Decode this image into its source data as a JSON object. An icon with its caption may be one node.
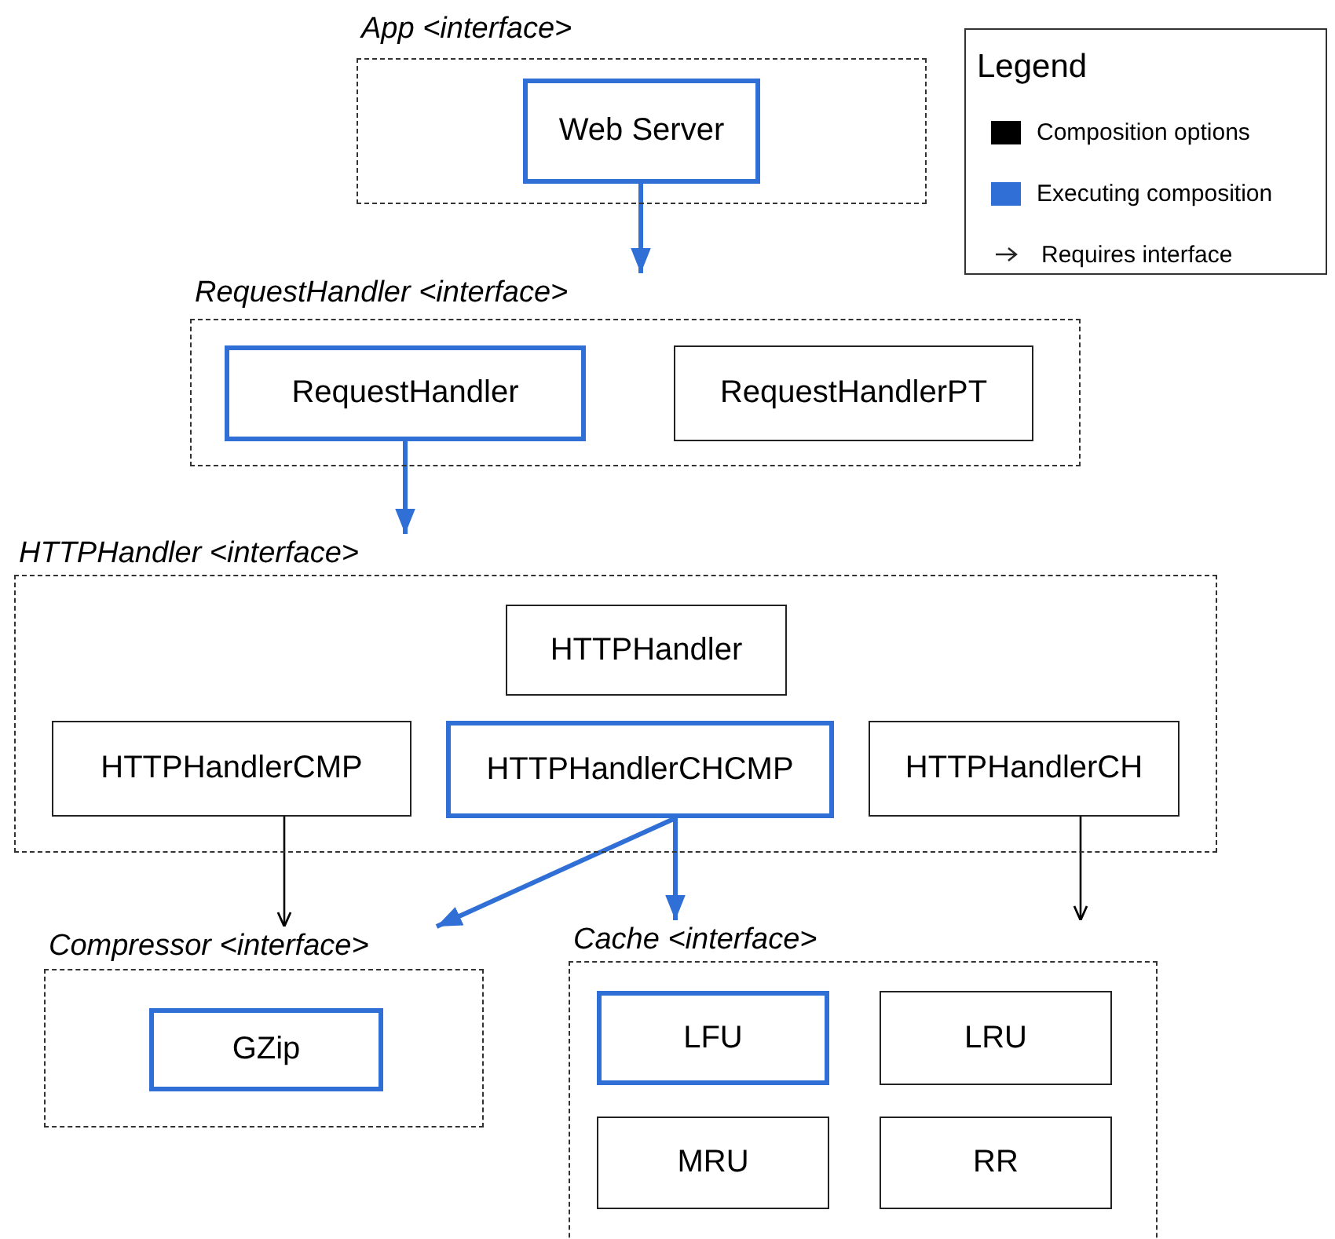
{
  "diagram": {
    "nodes": [
      {
        "text": [
          "App <interface>"
        ]
      },
      {
        "text": [
          "Web Server"
        ],
        "in": 0
      },
      {
        "text": [
          "RequestHandler <interface>"
        ]
      },
      {
        "text": [
          "RequestHandler"
        ],
        "in": 2
      },
      {
        "text": [
          "RequestHandlerPT"
        ],
        "in": 2
      },
      {
        "text": [
          "HTTPHandler <interface>"
        ]
      },
      {
        "text": [
          "HTTPHandler"
        ],
        "in": 5
      },
      {
        "text": [
          "HTTPHandlerCMP"
        ],
        "in": 5
      },
      {
        "text": [
          "HTTPHandlerCHCMP"
        ],
        "in": 5
      },
      {
        "text": [
          "HTTPHandlerCH"
        ],
        "in": 5
      },
      {
        "text": [
          "Compressor <interface>"
        ]
      },
      {
        "text": [
          "GZip"
        ],
        "in": 10
      },
      {
        "text": [
          "Cache <interface>"
        ]
      },
      {
        "text": [
          "LFU"
        ],
        "in": 12
      },
      {
        "text": [
          "LRU"
        ],
        "in": 12
      },
      {
        "text": [
          "MRU"
        ],
        "in": 12
      },
      {
        "text": [
          "RR"
        ],
        "in": 12
      }
    ],
    "edges": [
      {
        "from": 1,
        "to": 2,
        "arrow": "to"
      },
      {
        "from": 3,
        "to": 5,
        "arrow": "to"
      },
      {
        "from": 7,
        "to": 10,
        "arrow": "to",
        "color": "#000000"
      },
      {
        "from": 8,
        "to": 10,
        "arrow": "to"
      },
      {
        "from": 8,
        "to": 12,
        "arrow": "to"
      },
      {
        "from": 9,
        "to": 12,
        "arrow": "to",
        "color": "#000000"
      }
    ],
    "labels": [
      "Legend"
    ],
    "legend": [
      {
        "text": "Composition options",
        "color": "#000000"
      },
      {
        "text": "Executing composition",
        "color": "#2f6fd6"
      },
      {
        "text": "Requires interface"
      }
    ]
  }
}
